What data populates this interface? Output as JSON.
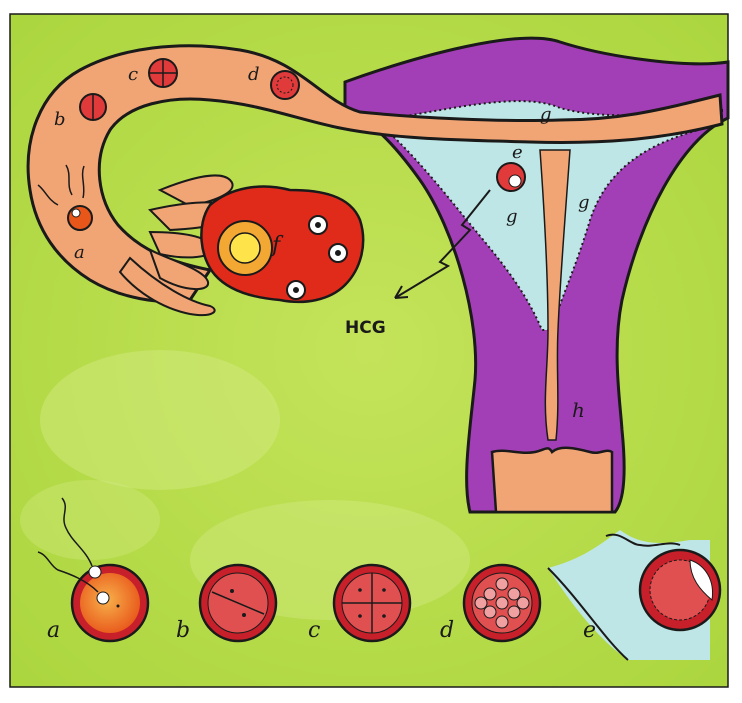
{
  "colors": {
    "background": "#b6dc3f",
    "uterus": "#a33fb6",
    "tube": "#f2a574",
    "endometrium": "#bfe6e6",
    "ovary": "#e02a1a",
    "cell": "#d94a4a",
    "outline": "#1a1a1a"
  },
  "labels": {
    "a": "a",
    "b": "b",
    "c": "c",
    "d": "d",
    "e": "e",
    "f": "f",
    "g": "g",
    "h": "h",
    "hcg": "HCG"
  },
  "stages": [
    {
      "key": "a",
      "label": "a"
    },
    {
      "key": "b",
      "label": "b"
    },
    {
      "key": "c",
      "label": "c"
    },
    {
      "key": "d",
      "label": "d"
    },
    {
      "key": "e",
      "label": "e"
    }
  ]
}
